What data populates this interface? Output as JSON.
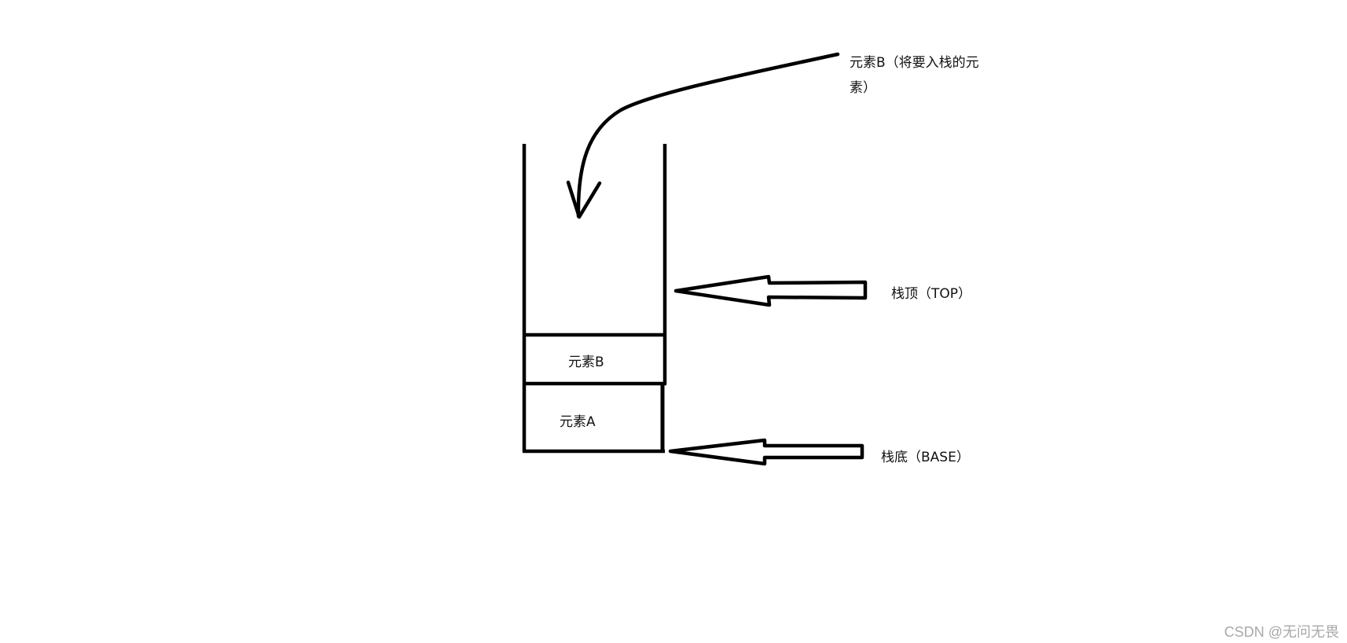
{
  "diagram": {
    "incoming_label_line1": "元素B（将要入栈的元",
    "incoming_label_line2": "素）",
    "top_label": "栈顶（TOP）",
    "base_label": "栈底（BASE）",
    "cell_b_label": "元素B",
    "cell_a_label": "元素A"
  },
  "watermark": "CSDN @无问无畏",
  "colors": {
    "stroke": "#000000",
    "text": "#111111",
    "watermark": "#a8a8a8",
    "background": "#ffffff"
  }
}
